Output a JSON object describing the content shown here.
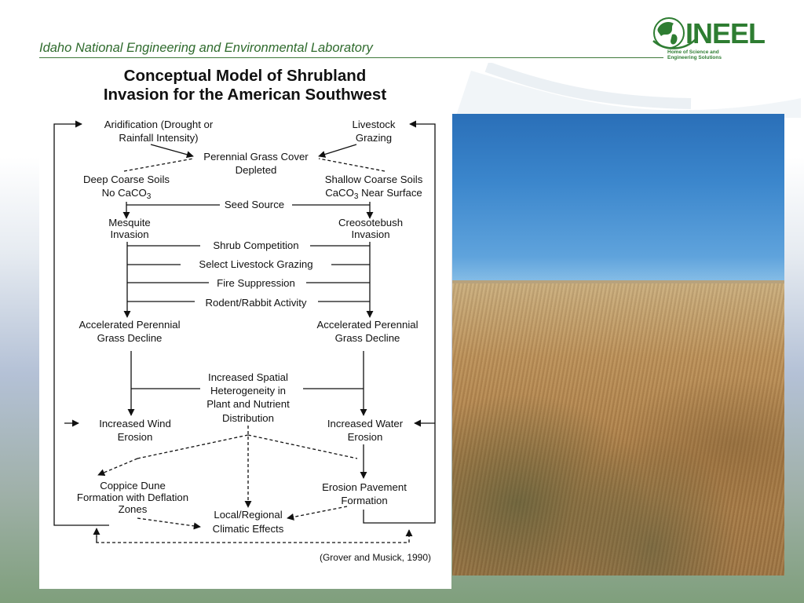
{
  "header": {
    "lab_name": "Idaho National Engineering and Environmental Laboratory",
    "logo_text": "INEEL",
    "logo_tagline": "Home of Science and Engineering Solutions"
  },
  "diagram": {
    "title_line1": "Conceptual Model of Shrubland",
    "title_line2": "Invasion for the American Southwest",
    "nodes": {
      "aridification_1": "Aridification (Drought or",
      "aridification_2": "Rainfall Intensity)",
      "livestock_1": "Livestock",
      "livestock_2": "Grazing",
      "grass_depleted_1": "Perennial Grass Cover",
      "grass_depleted_2": "Depleted",
      "deep_soils_1": "Deep Coarse Soils",
      "deep_soils_2_pre": "No CaCO",
      "deep_soils_2_sub": "3",
      "shallow_soils_1": "Shallow Coarse Soils",
      "shallow_soils_2_pre": "CaCO",
      "shallow_soils_2_sub": "3",
      "shallow_soils_2_post": " Near Surface",
      "seed_source": "Seed Source",
      "mesquite_1": "Mesquite",
      "mesquite_2": "Invasion",
      "creosote_1": "Creosotebush",
      "creosote_2": "Invasion",
      "shrub_competition": "Shrub Competition",
      "select_livestock": "Select Livestock Grazing",
      "fire_suppression": "Fire Suppression",
      "rodent_rabbit": "Rodent/Rabbit Activity",
      "acc_left_1": "Accelerated Perennial",
      "acc_left_2": "Grass Decline",
      "acc_right_1": "Accelerated Perennial",
      "acc_right_2": "Grass Decline",
      "spatial_1": "Increased Spatial",
      "spatial_2": "Heterogeneity in",
      "spatial_3": "Plant and Nutrient",
      "spatial_4": "Distribution",
      "wind_1": "Increased Wind",
      "wind_2": "Erosion",
      "water_1": "Increased Water",
      "water_2": "Erosion",
      "coppice_1": "Coppice Dune",
      "coppice_2": "Formation with Deflation",
      "coppice_3": "Zones",
      "pavement_1": "Erosion Pavement",
      "pavement_2": "Formation",
      "climatic_1": "Local/Regional",
      "climatic_2": "Climatic Effects"
    },
    "citation": "(Grover and Musick, 1990)"
  },
  "colors": {
    "brand_green": "#2e7d32",
    "header_text": "#2f6b2d"
  }
}
